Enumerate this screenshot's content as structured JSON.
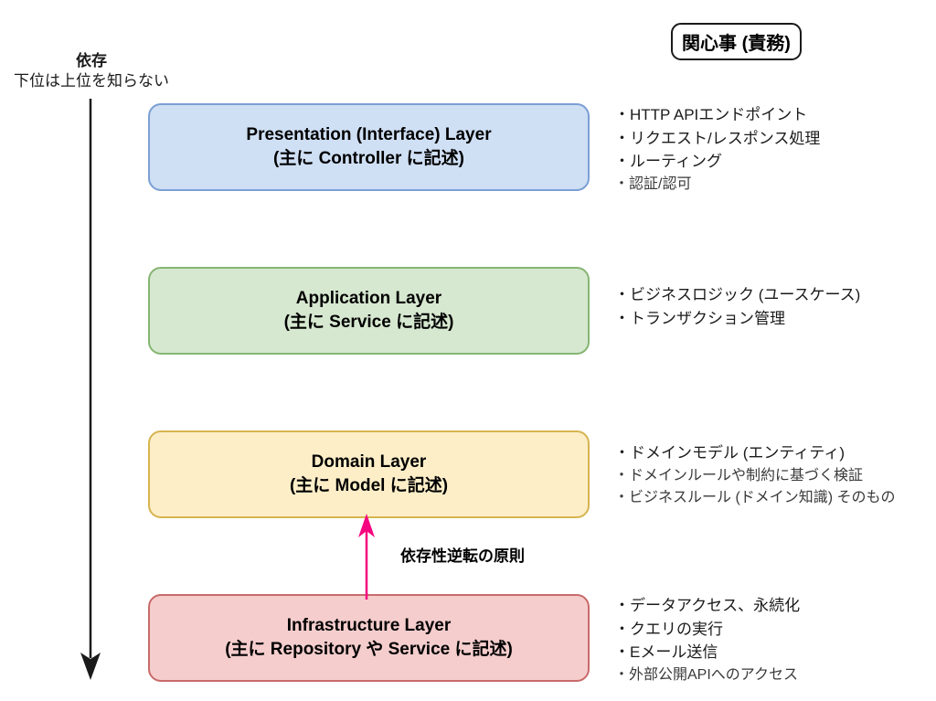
{
  "dependency": {
    "title": "依存",
    "subtitle": "下位は上位を知らない",
    "arrow_direction": "down",
    "arrow_color": "#1a1a1a"
  },
  "header": {
    "label": "関心事 (責務)"
  },
  "layers": [
    {
      "id": "presentation",
      "label": "Presentation (Interface) Layer\n(主に Controller に記述)",
      "fill": "#cfdff4",
      "border": "#7b9fd4"
    },
    {
      "id": "application",
      "label": "Application Layer\n(主に Service に記述)",
      "fill": "#d6e8d0",
      "border": "#86b573"
    },
    {
      "id": "domain",
      "label": "Domain Layer\n(主に Model に記述)",
      "fill": "#fdeec8",
      "border": "#d6b450"
    },
    {
      "id": "infrastructure",
      "label": "Infrastructure Layer\n(主に Repository や Service に記述)",
      "fill": "#f5cdcd",
      "border": "#c96a6a"
    }
  ],
  "concerns": {
    "presentation": [
      "・HTTP APIエンドポイント",
      "・リクエスト/レスポンス処理",
      "・ルーティング",
      "・認証/認可"
    ],
    "application": [
      "・ビジネスロジック (ユースケース)",
      "・トランザクション管理"
    ],
    "domain": [
      "・ドメインモデル (エンティティ)",
      "・ドメインルールや制約に基づく検証",
      "・ビジネスルール (ドメイン知識) そのもの"
    ],
    "infrastructure": [
      "・データアクセス、永続化",
      "・クエリの実行",
      "・Eメール送信",
      "・外部公開APIへのアクセス"
    ]
  },
  "dependency_inversion": {
    "label": "依存性逆転の原則",
    "arrow_color": "#f5057f",
    "arrow_direction": "up",
    "from_layer": "infrastructure",
    "to_layer": "domain"
  }
}
